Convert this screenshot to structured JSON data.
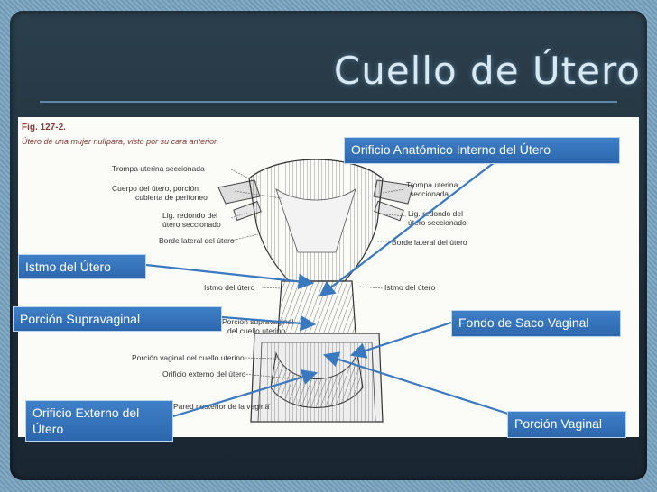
{
  "title": "Cuello de Útero",
  "figure": {
    "caption": "Fig. 127-2.",
    "subcaption": "Útero de una mujer nulípara, visto por su cara anterior.",
    "left_labels": [
      "Trompa uterina seccionada",
      "Cuerpo del útero, porción",
      "cubierta de peritoneo",
      "Lig. redondo del",
      "útero seccionado",
      "Borde lateral del útero",
      "Istmo del útero",
      "Porción supravaginal",
      "del cuello uterino",
      "Porción vaginal del cuello uterino",
      "Orificio externo del útero",
      "Pared posterior de la vagina"
    ],
    "right_labels": [
      "Trompa uterina",
      "seccionada",
      "Lig. redondo del",
      "útero seccionado",
      "Borde lateral del útero",
      "Istmo del útero"
    ]
  },
  "callouts": {
    "orificio_anatomico": "Orificio Anatómico Interno del Útero",
    "istmo": "Istmo del Útero",
    "porcion_supravaginal": "Porción Supravaginal",
    "fondo_saco": "Fondo de Saco Vaginal",
    "orificio_externo_1": "Orificio Externo del",
    "orificio_externo_2": "Útero",
    "porcion_vaginal": "Porción Vaginal"
  },
  "colors": {
    "callout_fill": "#3574bd",
    "arrow": "#3a78c0",
    "title": "#d9e9f3"
  }
}
